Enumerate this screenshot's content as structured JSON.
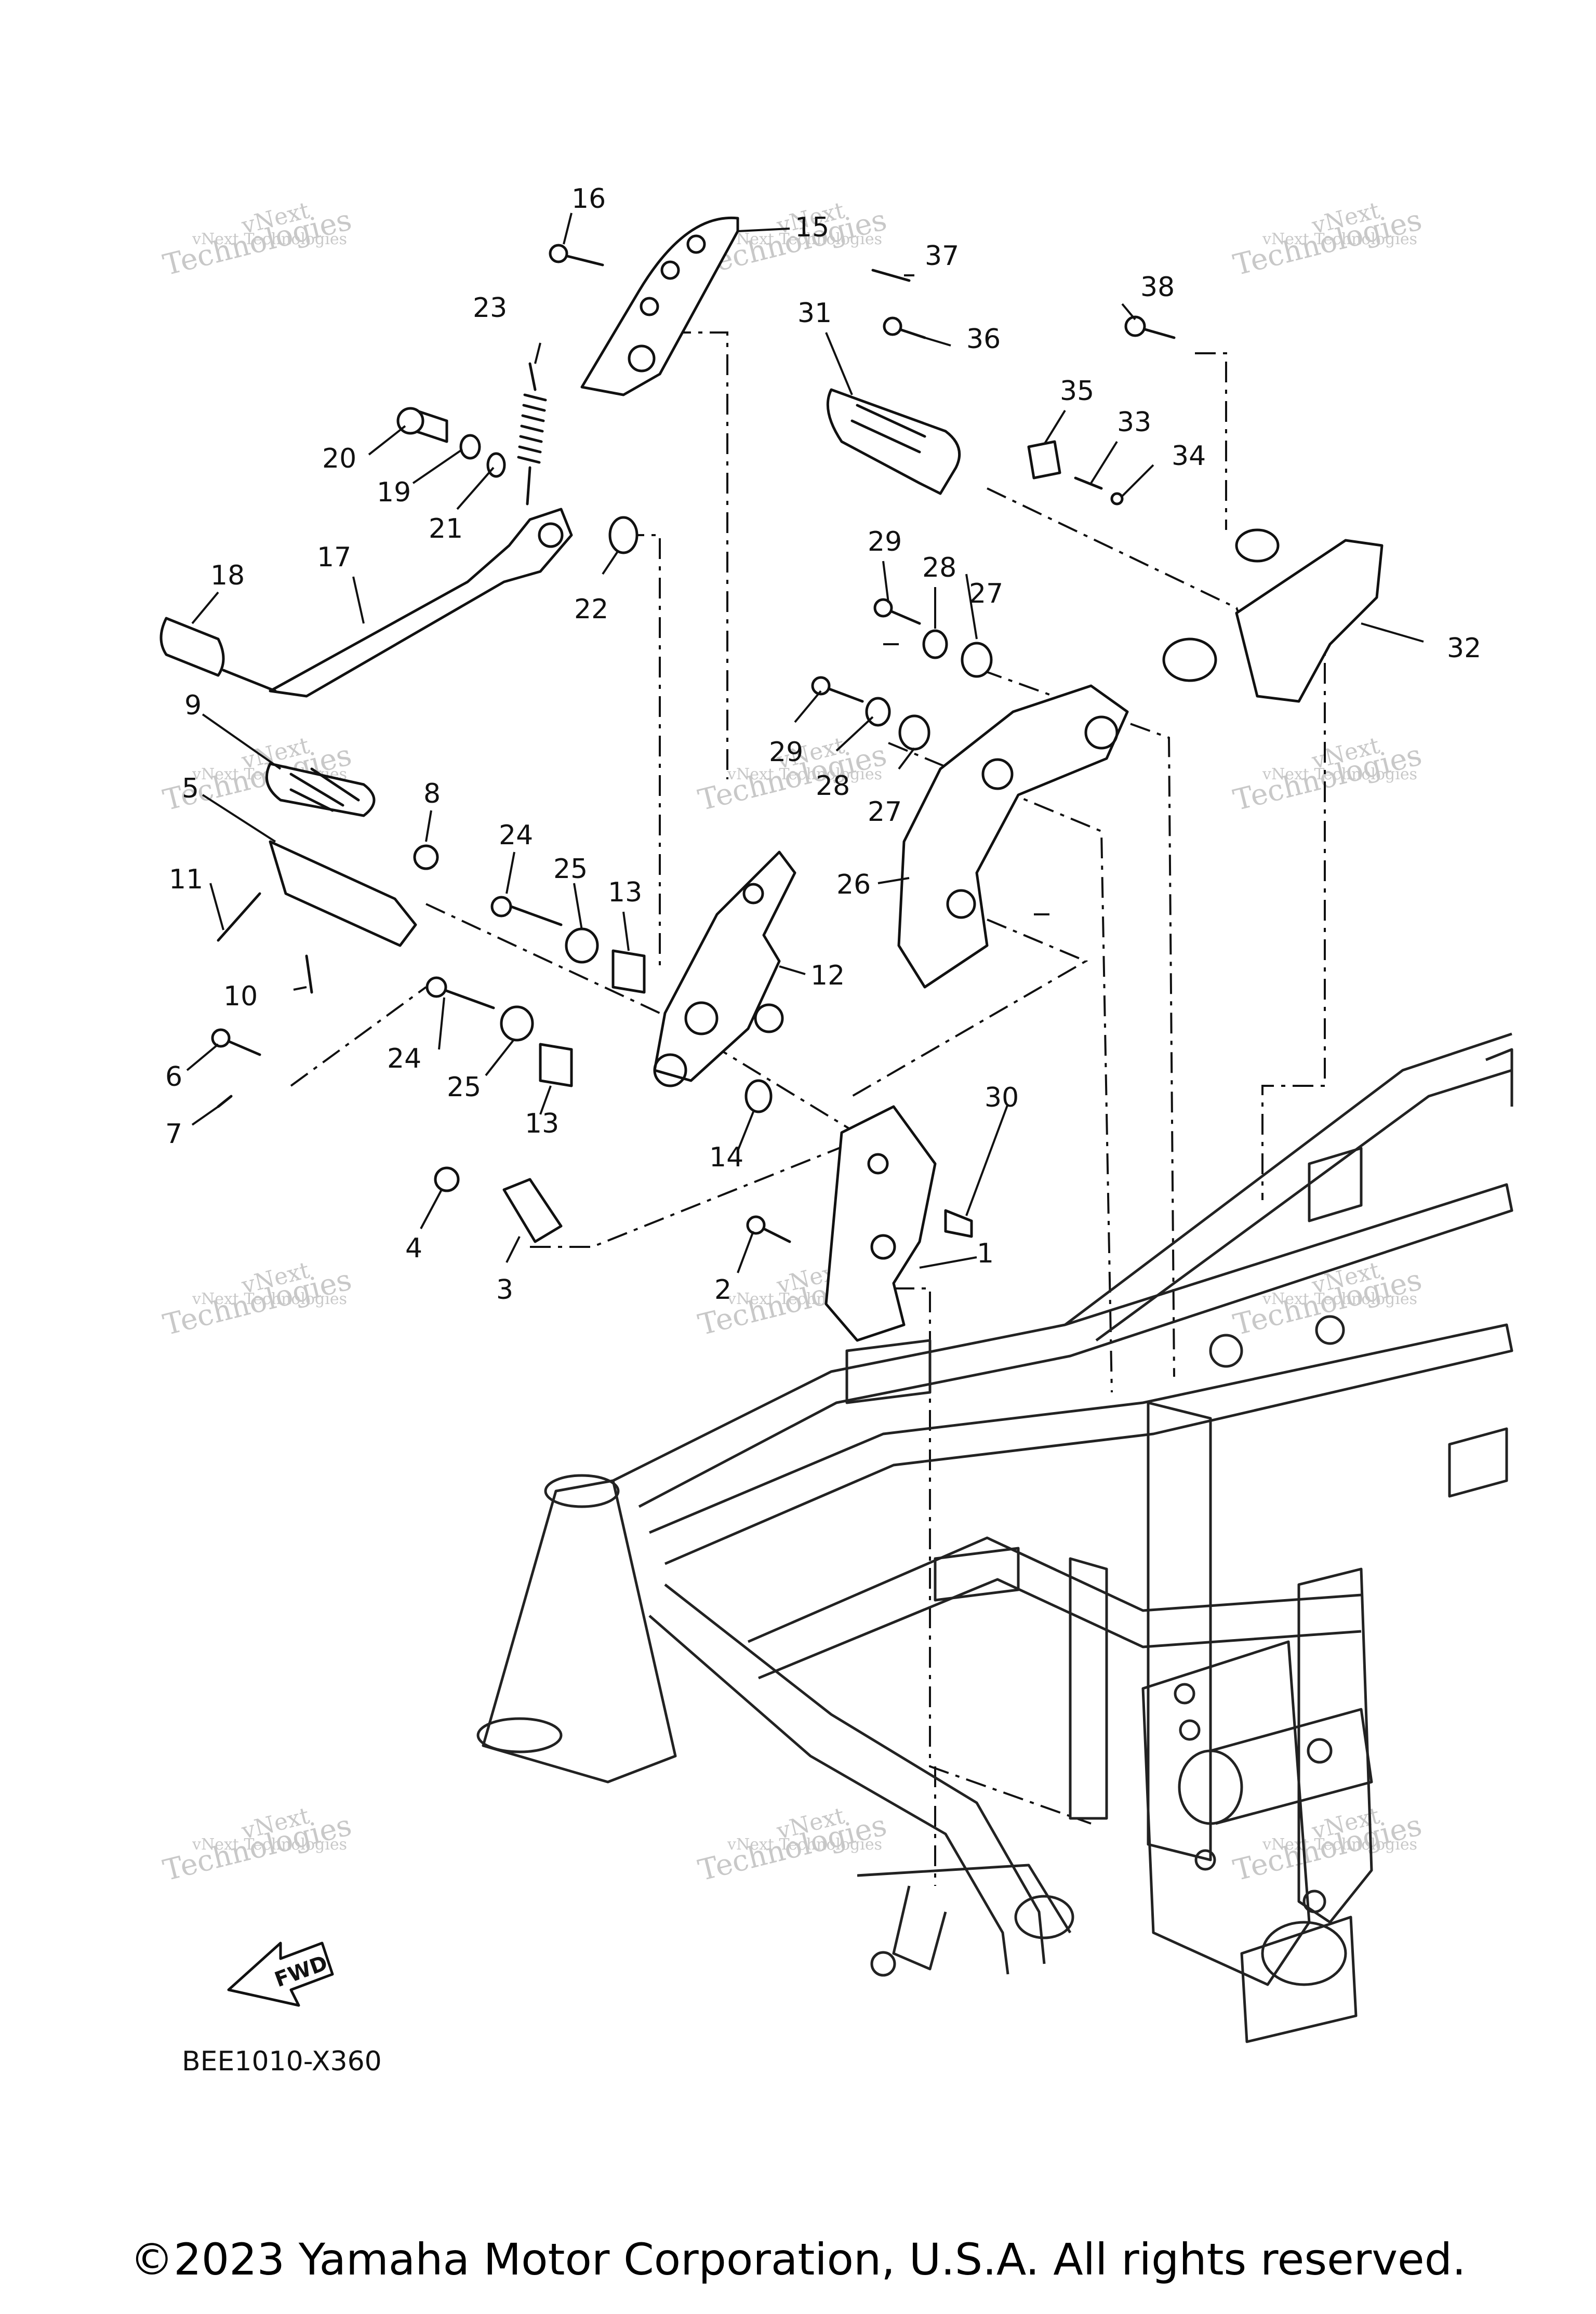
{
  "diagram_code": "BEE1010-X360",
  "fwd_label": "FWD",
  "copyright": "©2023 Yamaha Motor Corporation, U.S.A. All rights reserved.",
  "watermark": {
    "line1": "vNext Technologies",
    "line2": "Technologies",
    "line3": "vNext"
  },
  "callouts": [
    {
      "n": "1"
    },
    {
      "n": "2"
    },
    {
      "n": "3"
    },
    {
      "n": "4"
    },
    {
      "n": "5"
    },
    {
      "n": "6"
    },
    {
      "n": "7"
    },
    {
      "n": "8"
    },
    {
      "n": "9"
    },
    {
      "n": "10"
    },
    {
      "n": "11"
    },
    {
      "n": "12"
    },
    {
      "n": "13"
    },
    {
      "n": "13"
    },
    {
      "n": "14"
    },
    {
      "n": "15"
    },
    {
      "n": "16"
    },
    {
      "n": "17"
    },
    {
      "n": "18"
    },
    {
      "n": "19"
    },
    {
      "n": "20"
    },
    {
      "n": "21"
    },
    {
      "n": "22"
    },
    {
      "n": "23"
    },
    {
      "n": "24"
    },
    {
      "n": "24"
    },
    {
      "n": "25"
    },
    {
      "n": "25"
    },
    {
      "n": "26"
    },
    {
      "n": "27"
    },
    {
      "n": "27"
    },
    {
      "n": "28"
    },
    {
      "n": "28"
    },
    {
      "n": "29"
    },
    {
      "n": "29"
    },
    {
      "n": "30"
    },
    {
      "n": "31"
    },
    {
      "n": "32"
    },
    {
      "n": "33"
    },
    {
      "n": "34"
    },
    {
      "n": "35"
    },
    {
      "n": "36"
    },
    {
      "n": "37"
    },
    {
      "n": "38"
    }
  ]
}
